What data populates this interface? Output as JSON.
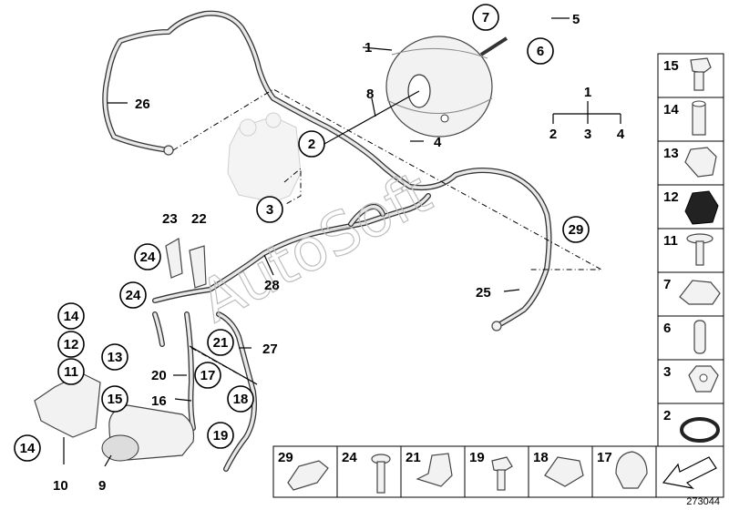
{
  "diagram": {
    "callouts": {
      "c1": "1",
      "c2": "2",
      "c3": "3",
      "c4": "4",
      "c5": "5",
      "c6": "6",
      "c7": "7",
      "c8": "8",
      "c9": "9",
      "c10": "10",
      "c11": "11",
      "c12": "12",
      "c13": "13",
      "c14a": "14",
      "c14b": "14",
      "c15": "15",
      "c16": "16",
      "c17": "17",
      "c18": "18",
      "c19": "19",
      "c20": "20",
      "c21": "21",
      "c22": "22",
      "c23": "23",
      "c24a": "24",
      "c24b": "24",
      "c25": "25",
      "c26": "26",
      "c27": "27",
      "c28": "28",
      "c29": "29"
    },
    "tree": {
      "root": "1",
      "children": [
        "2",
        "3",
        "4"
      ]
    },
    "side_parts": [
      "15",
      "14",
      "13",
      "12",
      "11",
      "7",
      "6",
      "3",
      "2"
    ],
    "bottom_parts": [
      "29",
      "24",
      "21",
      "19",
      "18",
      "17"
    ],
    "watermark": "AutoSoft",
    "reference_number": "273044"
  },
  "colors": {
    "line": "#000000",
    "part_fill": "#f2f2f2",
    "watermark": "#bdbdbd"
  }
}
